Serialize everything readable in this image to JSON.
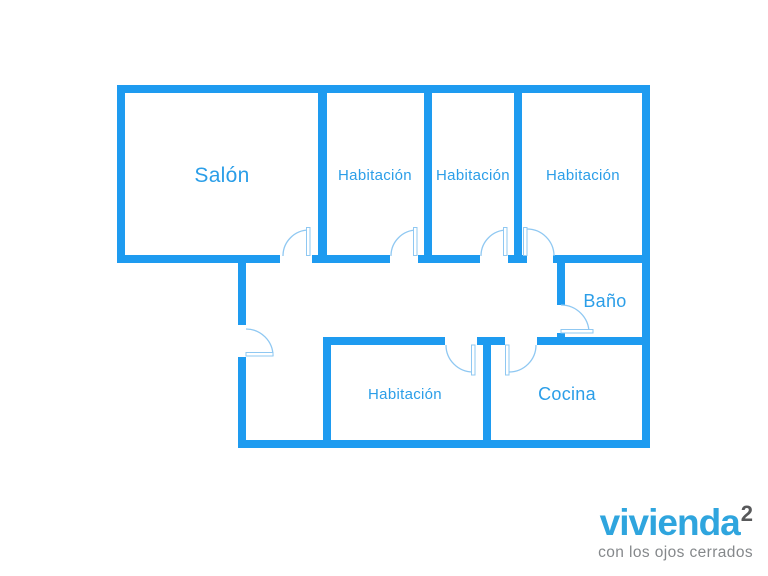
{
  "rooms": [
    {
      "id": "salon",
      "label": "Salón"
    },
    {
      "id": "habitacion-1",
      "label": "Habitación"
    },
    {
      "id": "habitacion-2",
      "label": "Habitación"
    },
    {
      "id": "habitacion-3",
      "label": "Habitación"
    },
    {
      "id": "bano",
      "label": "Baño"
    },
    {
      "id": "habitacion-4",
      "label": "Habitación"
    },
    {
      "id": "cocina",
      "label": "Cocina"
    }
  ],
  "logo": {
    "brand": "vivienda",
    "superscript": "2",
    "tagline": "con los ojos cerrados"
  },
  "colors": {
    "wall_blue": "#1E9BF0",
    "room_label_blue": "#2B9EE8",
    "door_swing_blue": "#8FC8F2",
    "logo_blue": "#2FA5DE",
    "logo_superscript_gray": "#58595B",
    "logo_tagline_gray": "#85888B",
    "background": "#FFFFFF"
  }
}
